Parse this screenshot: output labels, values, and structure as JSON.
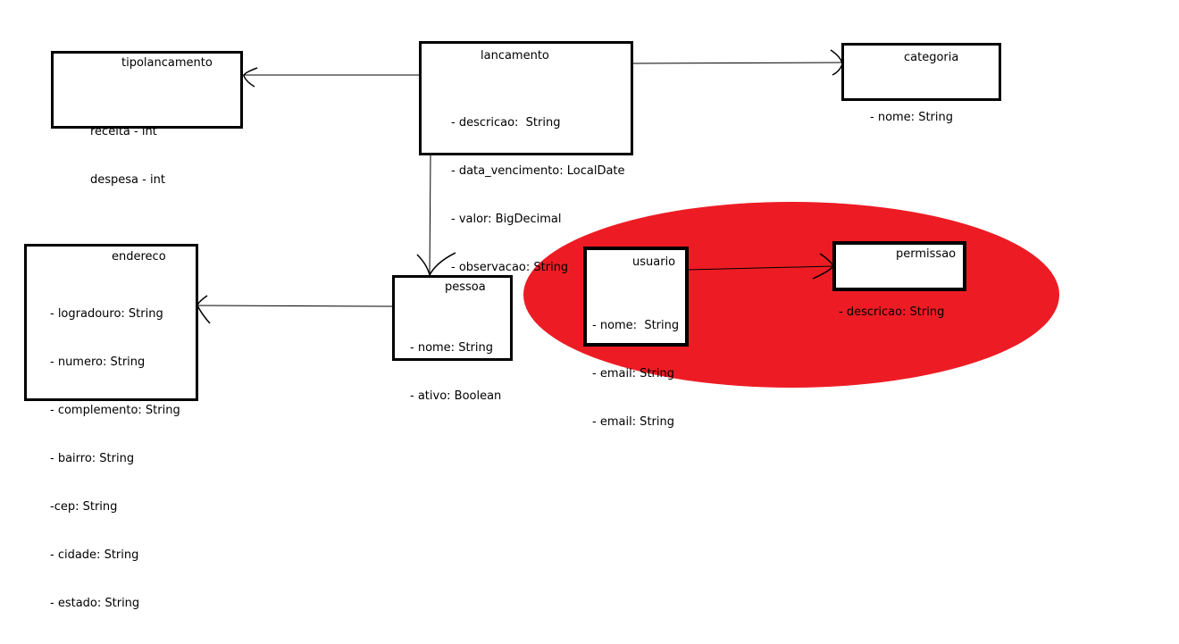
{
  "colors": {
    "ellipse": "#ed1c24",
    "line": "#000000",
    "box_border": "#000000"
  },
  "entities": {
    "tipolancamento": {
      "name": "tipolancamento",
      "attrs": [
        "receita - int",
        "despesa - int"
      ]
    },
    "lancamento": {
      "name": "lancamento",
      "attrs": [
        "- descricao:  String",
        "- data_vencimento: LocalDate",
        "- valor: BigDecimal",
        "- observacao: String"
      ]
    },
    "categoria": {
      "name": "categoria",
      "attrs": [
        "- nome: String"
      ]
    },
    "endereco": {
      "name": "endereco",
      "attrs": [
        "- logradouro: String",
        "- numero: String",
        "- complemento: String",
        "- bairro: String",
        "-cep: String",
        "- cidade: String",
        "- estado: String"
      ]
    },
    "pessoa": {
      "name": "pessoa",
      "attrs": [
        "- nome: String",
        "- ativo: Boolean"
      ]
    },
    "usuario": {
      "name": "usuario",
      "attrs": [
        "- nome:  String",
        "- email: String",
        "- email: String"
      ]
    },
    "permissao": {
      "name": "permissao",
      "attrs": [
        "- descricao: String"
      ]
    }
  }
}
